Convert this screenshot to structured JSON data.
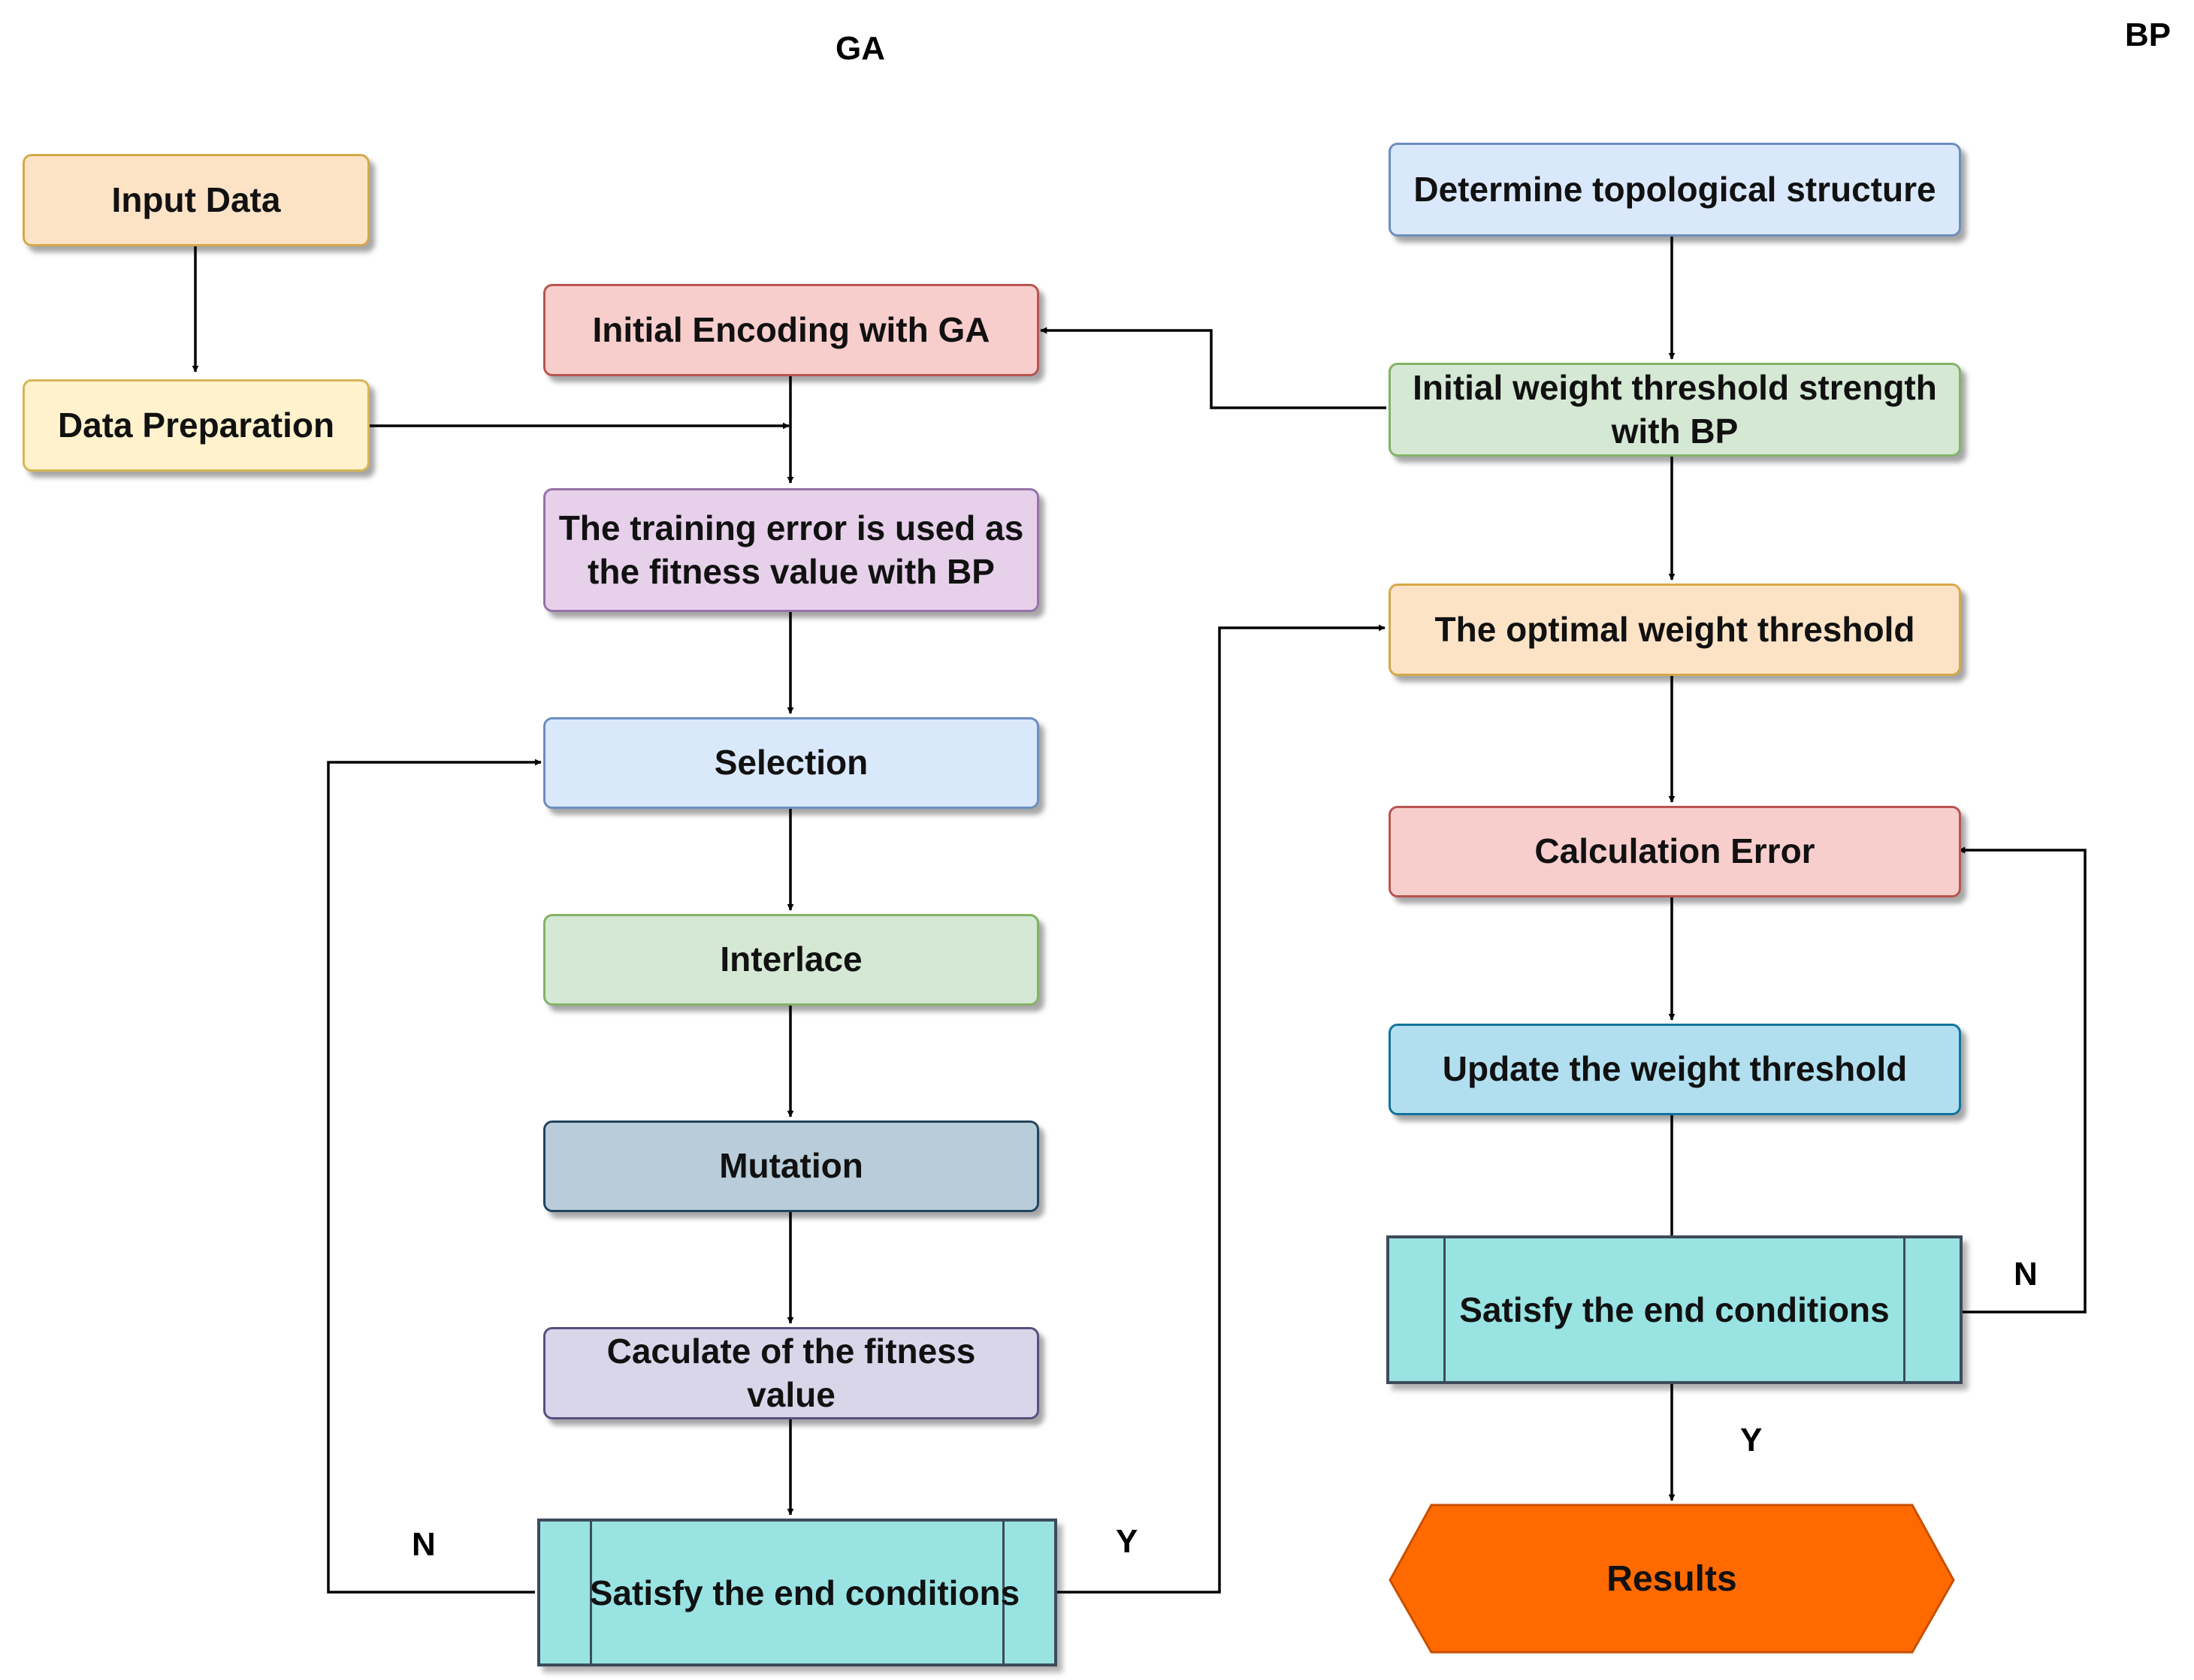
{
  "titles": {
    "ga": "GA",
    "bp": "BP"
  },
  "nodes": {
    "input_data": "Input Data",
    "data_preparation": "Data Preparation",
    "initial_encoding": "Initial Encoding with GA",
    "training_error": "The training error is used as the fitness value with BP",
    "selection": "Selection",
    "interlace": "Interlace",
    "mutation": "Mutation",
    "calculate_fitness": "Caculate of the fitness value",
    "ga_end": "Satisfy the end conditions",
    "determine_topology": "Determine topological structure",
    "initial_weight": "Initial weight threshold strength with BP",
    "optimal_weight": "The optimal weight threshold",
    "calculation_error": "Calculation Error",
    "update_weight": "Update the weight threshold",
    "bp_end": "Satisfy the end conditions",
    "results": "Results"
  },
  "labels": {
    "ga_no": "N",
    "ga_yes": "Y",
    "bp_no": "N",
    "bp_yes": "Y"
  },
  "colors": {
    "orange_light": "#fde3c6",
    "orange_border": "#d6a84a",
    "yellow_light": "#fff2cc",
    "yellow_border": "#d6b656",
    "red_light": "#f8cecc",
    "red_border": "#b85450",
    "purple_light": "#e6d0ea",
    "purple_border": "#9673a6",
    "blue_light": "#dae8fc",
    "blue_border": "#6c8ebf",
    "green_light": "#d5e8d4",
    "green_border": "#82b366",
    "slate": "#b8cdd9",
    "slate_border": "#23445d",
    "lavender": "#d9d6ea",
    "lavender_border": "#56517e",
    "cyan_sub": "#99e3e3",
    "cyan_blue": "#b1dff0",
    "cyan_blue_border": "#10739e",
    "results": "#ff6a00",
    "results_border": "#c94f00"
  }
}
